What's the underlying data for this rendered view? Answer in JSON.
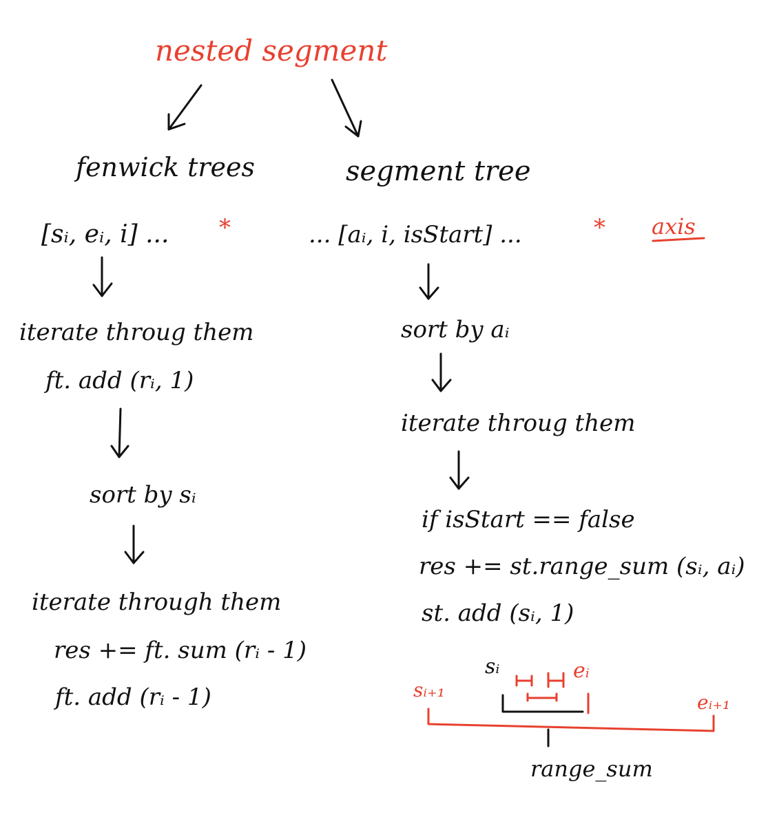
{
  "title": "nested segment",
  "colors": {
    "ink": "#111111",
    "accent": "#e8402f"
  },
  "left_branch": {
    "heading": "fenwick trees",
    "tuple": "[sᵢ, eᵢ, i] ...",
    "marker": "*",
    "step1": "iterate throug them",
    "step2": "ft. add (rᵢ, 1)",
    "step3": "sort by sᵢ",
    "step4": "iterate through them",
    "step5": "res += ft. sum (rᵢ - 1)",
    "step6": "ft. add (rᵢ - 1)"
  },
  "right_branch": {
    "heading": "segment tree",
    "tuple": "... [aᵢ, i, isStart] ...",
    "marker": "*",
    "axis_label": "axis",
    "step1": "sort by aᵢ",
    "step2": "iterate throug them",
    "step3": "if isStart == false",
    "step4": "res += st.range_sum (sᵢ, aᵢ)",
    "step5": "st. add (sᵢ, 1)"
  },
  "interval_sketch": {
    "label_s_i": "sᵢ",
    "label_e_i": "eᵢ",
    "label_s_i1": "sᵢ₊₁",
    "label_e_i1": "eᵢ₊₁",
    "label_range_sum": "range_sum"
  }
}
